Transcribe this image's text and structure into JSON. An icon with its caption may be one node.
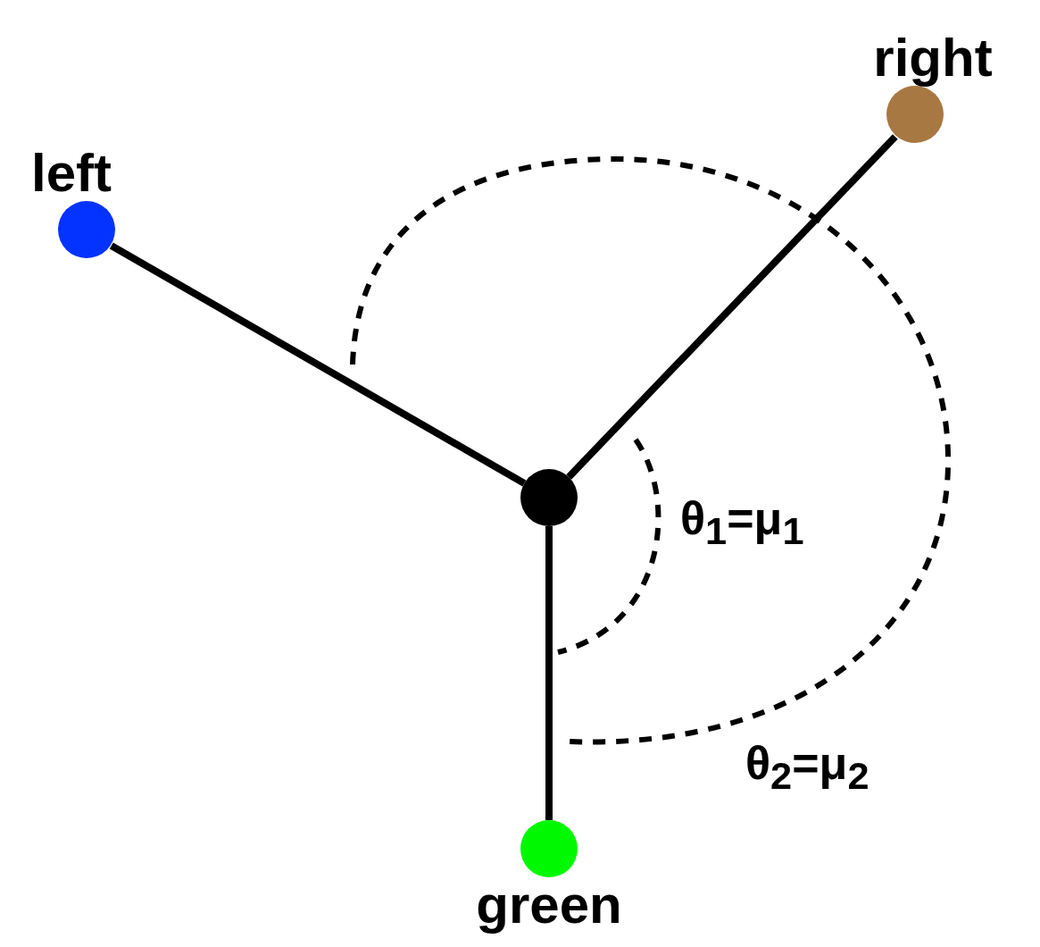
{
  "diagram": {
    "nodes": [
      {
        "text": [
          "right"
        ]
      },
      {
        "text": [
          "left"
        ]
      },
      {
        "text": [],
        "shape": "circle"
      },
      {
        "text": [
          "green"
        ]
      }
    ],
    "edges": [
      {
        "from": 2,
        "to": 1,
        "arrow": "none"
      },
      {
        "from": 2,
        "to": 0,
        "arrow": "none"
      },
      {
        "from": 2,
        "to": 3,
        "arrow": "none"
      }
    ],
    "labels": [
      "θ$_{1}$=μ$_{1}$",
      "θ$_{2}$=μ$_{2}$"
    ]
  }
}
